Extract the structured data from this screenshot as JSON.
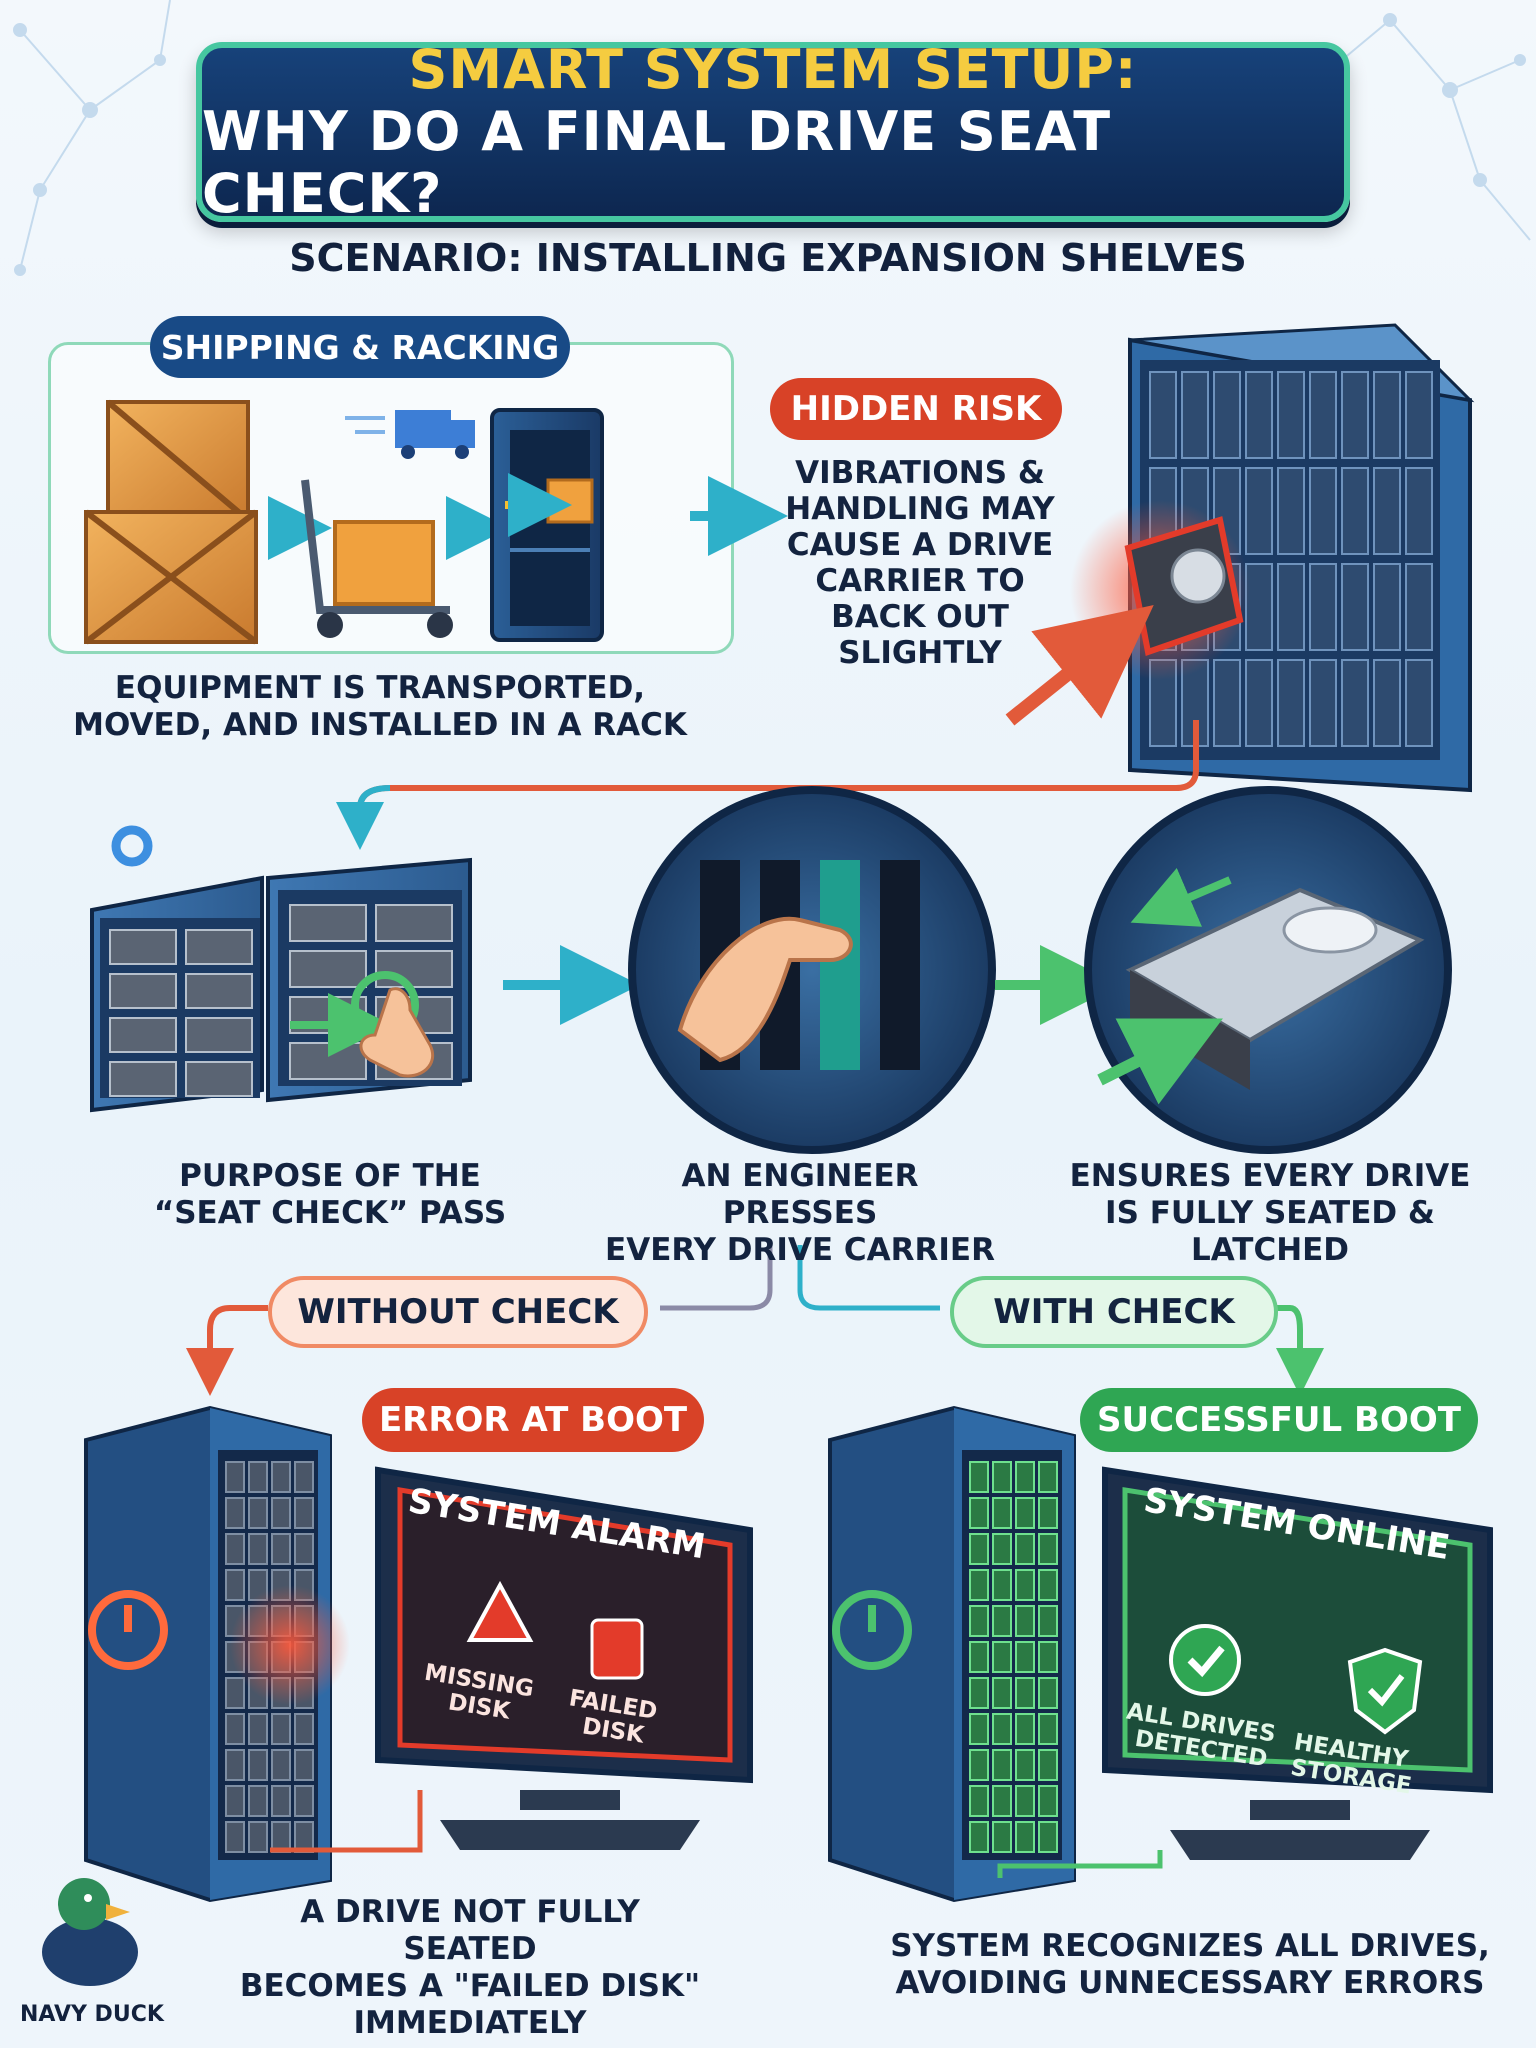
{
  "banner": {
    "line1": "SMART SYSTEM SETUP:",
    "line2": "WHY DO A FINAL DRIVE SEAT CHECK?"
  },
  "subtitle": "SCENARIO: INSTALLING EXPANSION SHELVES",
  "shipping": {
    "label": "SHIPPING & RACKING",
    "caption_line1": "EQUIPMENT IS TRANSPORTED,",
    "caption_line2": "MOVED, AND INSTALLED IN A RACK"
  },
  "risk": {
    "label": "HIDDEN RISK",
    "lines": [
      "VIBRATIONS &",
      "HANDLING MAY",
      "CAUSE A DRIVE",
      "CARRIER TO",
      "BACK OUT",
      "SLIGHTLY"
    ]
  },
  "step_captions": {
    "purpose": [
      "PURPOSE OF THE",
      "“SEAT CHECK” PASS"
    ],
    "press": [
      "AN ENGINEER PRESSES",
      "EVERY DRIVE CARRIER"
    ],
    "ensure": [
      "ENSURES EVERY DRIVE",
      "IS FULLY SEATED & LATCHED"
    ]
  },
  "branches": {
    "without": "WITHOUT CHECK",
    "with": "WITH CHECK"
  },
  "error": {
    "label": "ERROR AT BOOT",
    "screen_title": "SYSTEM ALARM",
    "item1": [
      "MISSING",
      "DISK"
    ],
    "item2": [
      "FAILED",
      "DISK"
    ],
    "caption": [
      "A DRIVE NOT FULLY SEATED",
      "BECOMES A \"FAILED DISK\"",
      "IMMEDIATELY"
    ]
  },
  "success": {
    "label": "SUCCESSFUL BOOT",
    "screen_title": "SYSTEM ONLINE",
    "item1": [
      "ALL DRIVES",
      "DETECTED"
    ],
    "item2": [
      "HEALTHY",
      "STORAGE"
    ],
    "caption": [
      "SYSTEM RECOGNIZES ALL DRIVES,",
      "AVOIDING UNNECESSARY ERRORS"
    ]
  },
  "brand": "NAVY DUCK",
  "colors": {
    "navy": "#184a86",
    "red": "#d84227",
    "green": "#2fa653",
    "teal": "#46c7a0",
    "gold": "#f5cc40"
  }
}
